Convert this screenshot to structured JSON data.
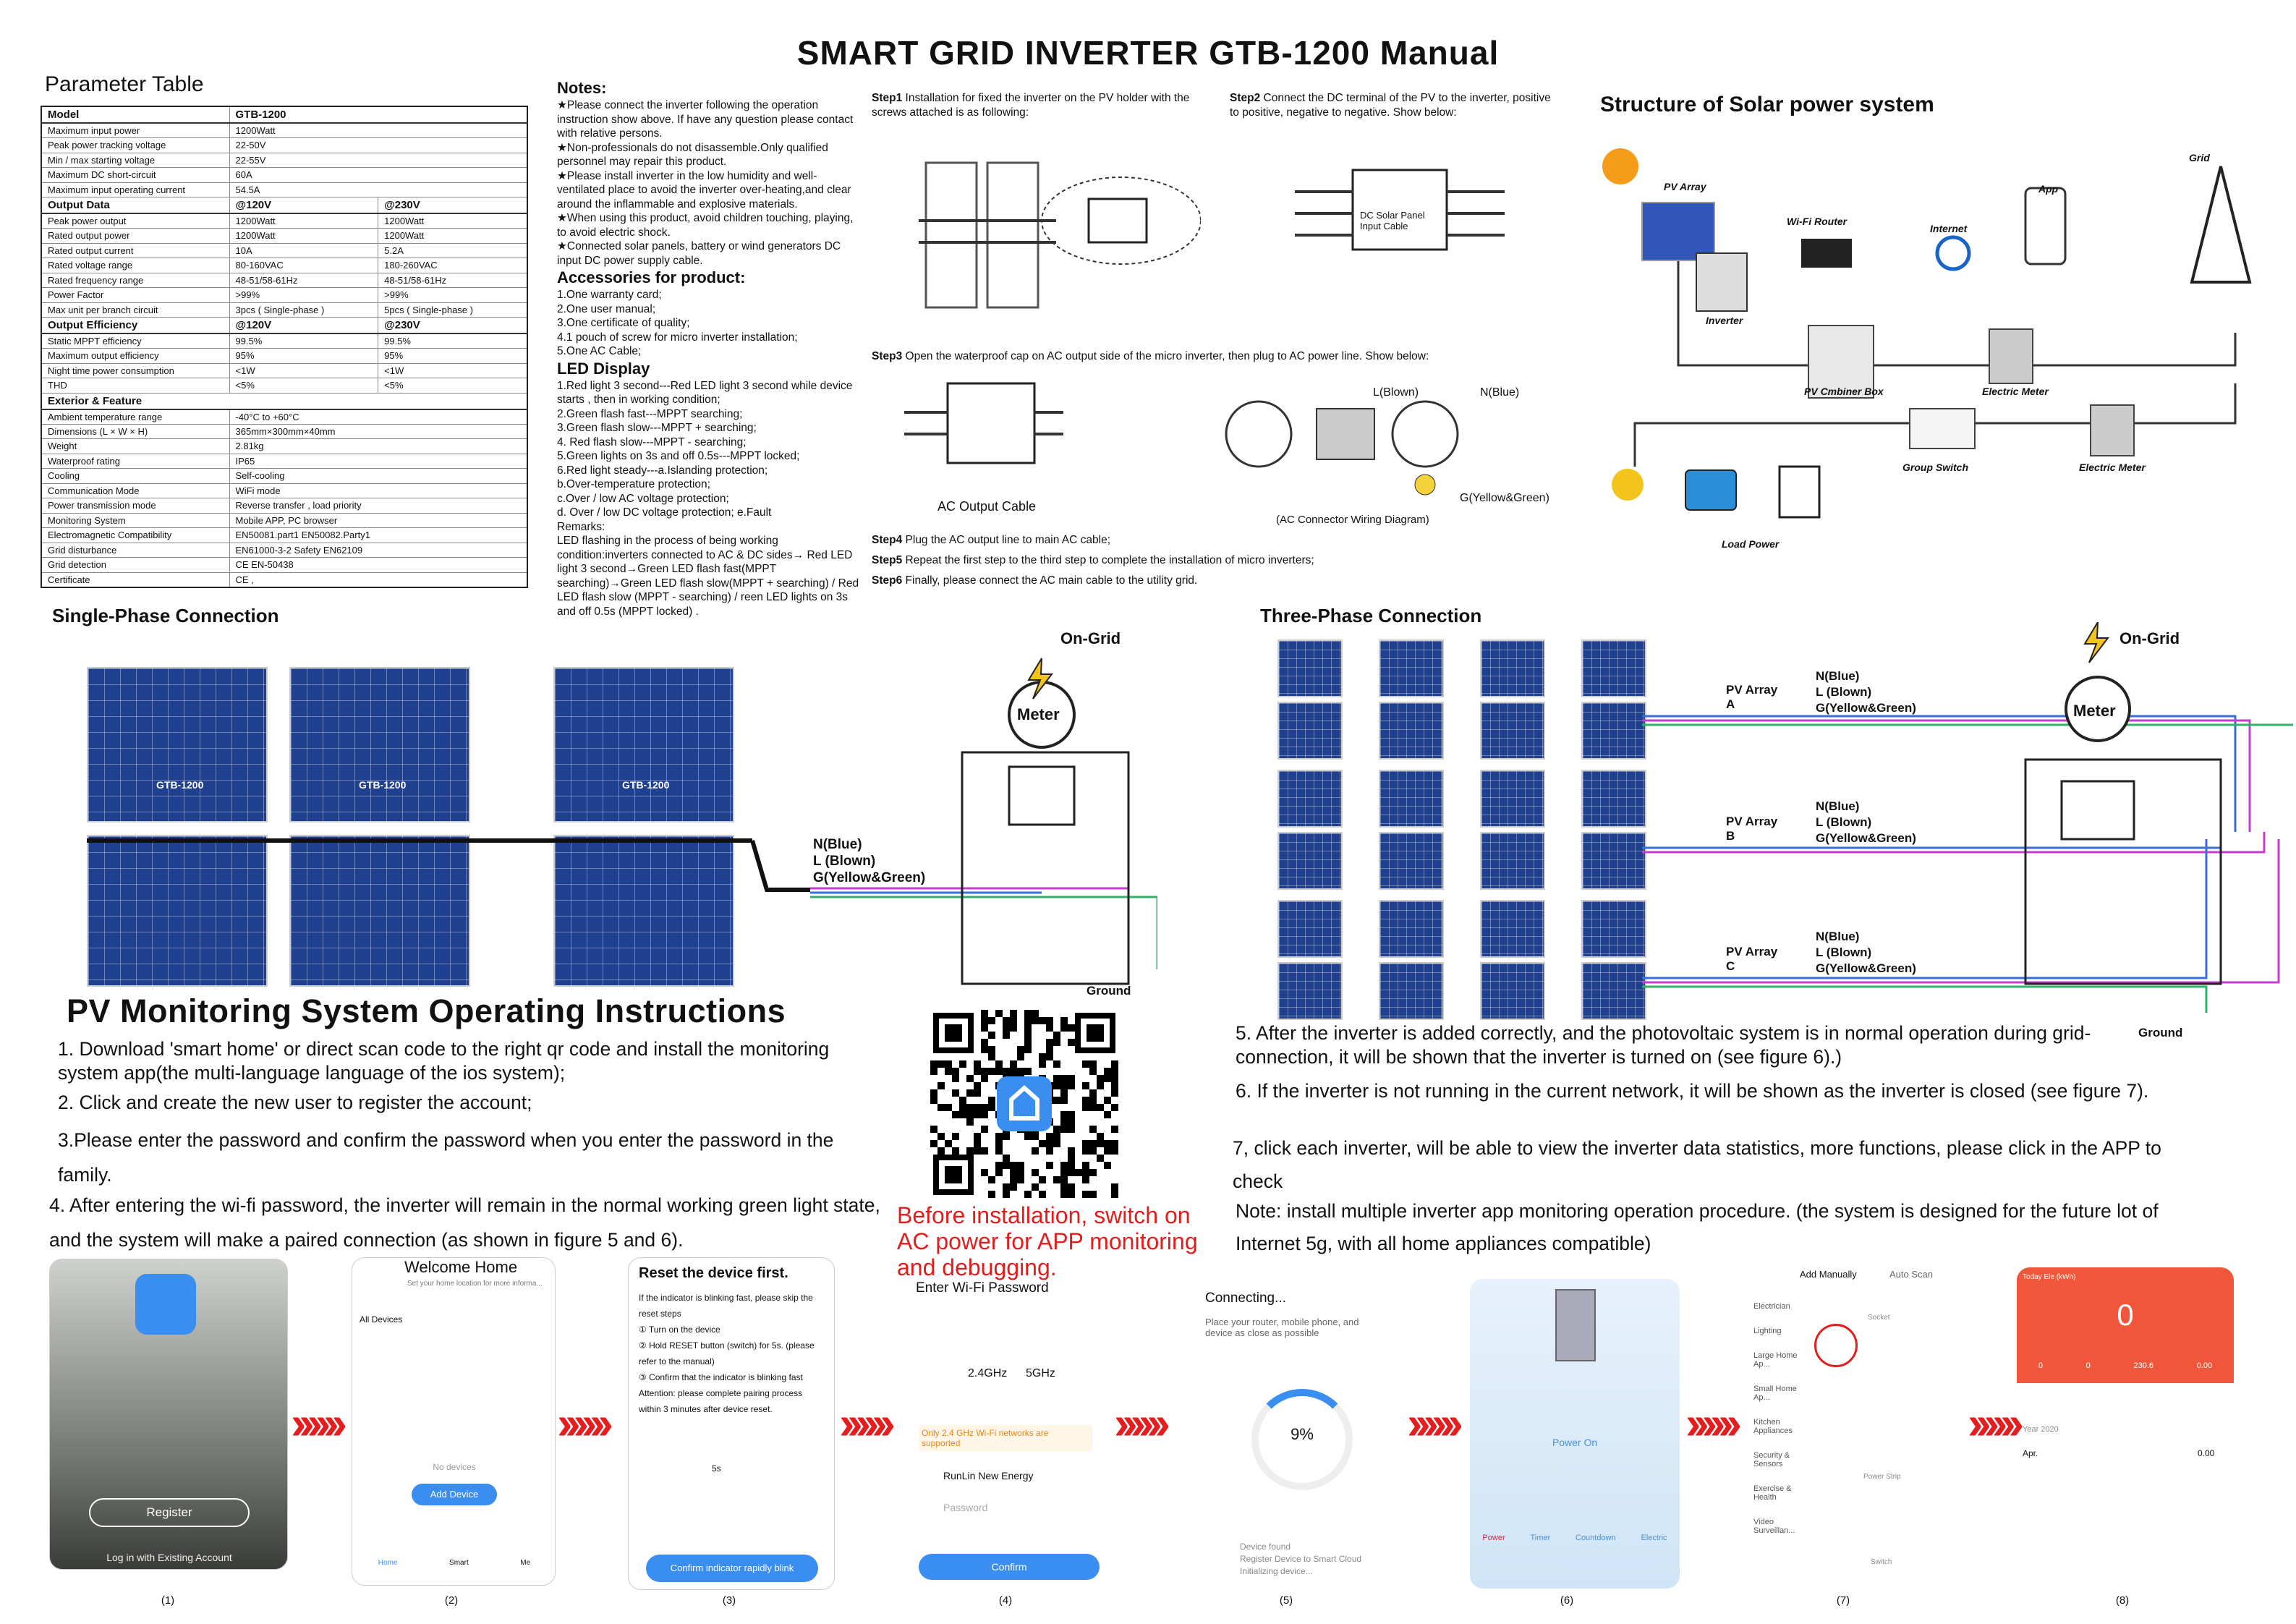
{
  "title": "SMART GRID INVERTER GTB-1200 Manual",
  "param": {
    "caption": "Parameter Table",
    "header": [
      "Model",
      "GTB-1200"
    ],
    "rows": [
      [
        "Maximum input power",
        "1200Watt"
      ],
      [
        "Peak power tracking voltage",
        "22-50V"
      ],
      [
        "Min / max starting voltage",
        "22-55V"
      ],
      [
        "Maximum DC short-circuit",
        "60A"
      ],
      [
        "Maximum input operating current",
        "54.5A"
      ]
    ],
    "output_head": [
      "Output Data",
      "@120V",
      "@230V"
    ],
    "output_rows": [
      [
        "Peak power output",
        "1200Watt",
        "1200Watt"
      ],
      [
        "Rated output power",
        "1200Watt",
        "1200Watt"
      ],
      [
        "Rated output current",
        "10A",
        "5.2A"
      ],
      [
        "Rated voltage range",
        "80-160VAC",
        "180-260VAC"
      ],
      [
        "Rated frequency range",
        "48-51/58-61Hz",
        "48-51/58-61Hz"
      ],
      [
        "Power Factor",
        ">99%",
        ">99%"
      ],
      [
        "Max unit per branch circuit",
        "3pcs ( Single-phase )",
        "5pcs ( Single-phase )"
      ]
    ],
    "eff_head": [
      "Output Efficiency",
      "@120V",
      "@230V"
    ],
    "eff_rows": [
      [
        "Static MPPT efficiency",
        "99.5%",
        "99.5%"
      ],
      [
        "Maximum output efficiency",
        "95%",
        "95%"
      ],
      [
        "Night time power consumption",
        "<1W",
        "<1W"
      ],
      [
        "THD",
        "<5%",
        "<5%"
      ]
    ],
    "ext_head": "Exterior & Feature",
    "ext_rows": [
      [
        "Ambient temperature range",
        "-40°C to +60°C"
      ],
      [
        "Dimensions (L × W × H)",
        "365mm×300mm×40mm"
      ],
      [
        "Weight",
        "2.81kg"
      ],
      [
        "Waterproof rating",
        "IP65"
      ],
      [
        "Cooling",
        "Self-cooling"
      ],
      [
        "Communication Mode",
        "WiFi mode"
      ],
      [
        "Power transmission mode",
        "Reverse transfer , load priority"
      ],
      [
        "Monitoring System",
        "Mobile APP, PC browser"
      ],
      [
        "Electromagnetic Compatibility",
        "EN50081.part1 EN50082.Party1"
      ],
      [
        "Grid disturbance",
        "EN61000-3-2 Safety EN62109"
      ],
      [
        "Grid detection",
        "CE EN-50438"
      ],
      [
        "Certificate",
        "CE ,"
      ]
    ]
  },
  "notes": {
    "title": "Notes:",
    "items": [
      "★Please connect the inverter following the operation instruction show above. If have any question please contact with relative persons.",
      "★Non-professionals do not disassemble.Only qualified personnel may repair this product.",
      "★Please install inverter in the low humidity and well-ventilated place to avoid the inverter over-heating,and clear around the inflammable and explosive materials.",
      "★When using this product, avoid children touching, playing, to avoid electric shock.",
      "★Connected solar panels, battery or wind generators DC input DC power supply cable."
    ],
    "acc_title": "Accessories for product:",
    "acc": [
      "1.One warranty card;",
      "2.One user manual;",
      "3.One certificate of quality;",
      "4.1 pouch of screw for micro inverter installation;",
      "5.One AC Cable;"
    ],
    "led_title": "LED Display",
    "led": [
      "1.Red light 3 second---Red LED light 3 second while device starts , then in working condition;",
      "2.Green flash fast---MPPT searching;",
      "3.Green flash slow---MPPT + searching;",
      "4. Red flash slow---MPPT - searching;",
      "5.Green lights on 3s and off 0.5s---MPPT locked;",
      "6.Red light steady---a.Islanding protection;",
      "b.Over-temperature protection;",
      "c.Over / low AC voltage protection;",
      "d. Over / low DC voltage protection; e.Fault",
      "Remarks:",
      "LED flashing in the process of being working condition:inverters connected to AC & DC sides→ Red LED light 3 second→Green LED flash fast(MPPT searching)→Green LED flash slow(MPPT + searching) / Red LED flash slow (MPPT - searching) / reen LED lights on 3s and off 0.5s (MPPT locked) ."
    ]
  },
  "steps": {
    "s1": "Step1",
    "s1t": "Installation for fixed the inverter on the PV holder with the screws attached is as following:",
    "s2": "Step2",
    "s2t": "Connect the DC terminal of the PV to the inverter, positive to positive, negative to negative. Show below:",
    "s2label": "DC Solar Panel Input Cable",
    "s3": "Step3",
    "s3t": "Open the waterproof cap on AC output side of the micro inverter, then plug to AC power line. Show below:",
    "ac_cable": "AC Output Cable",
    "ac_wiring": "(AC Connector Wiring Diagram)",
    "l_blown": "L(Blown)",
    "n_blue": "N(Blue)",
    "g_yg": "G(Yellow&Green)",
    "s4": "Step4",
    "s4t": "Plug the AC output line to main AC cable;",
    "s5": "Step5",
    "s5t": "Repeat the first step to the third step to complete the installation of micro inverters;",
    "s6": "Step6",
    "s6t": "Finally, please connect the AC main cable to the utility grid."
  },
  "structure": {
    "title": "Structure of Solar power system",
    "pv": "PV Array",
    "wifi": "Wi-Fi Router",
    "internet": "Internet",
    "app": "App",
    "grid": "Grid",
    "inverter": "Inverter",
    "combiner": "PV Cmbiner Box",
    "meter1": "Electric Meter",
    "group": "Group Switch",
    "meter2": "Electric Meter",
    "load": "Load Power"
  },
  "single": {
    "title": "Single-Phase Connection",
    "model": "GTB-1200",
    "ongrid": "On-Grid",
    "meter": "Meter",
    "n": "N(Blue)",
    "l": "L (Blown)",
    "g": "G(Yellow&Green)",
    "ground": "Ground"
  },
  "three": {
    "title": "Three-Phase Connection",
    "ongrid": "On-Grid",
    "meter": "Meter",
    "a": "PV Array A",
    "b": "PV Array B",
    "c": "PV Array C",
    "n": "N(Blue)",
    "l": "L (Blown)",
    "g": "G(Yellow&Green)",
    "ground": "Ground"
  },
  "monitor": {
    "title": "PV Monitoring System Operating Instructions",
    "i1": "1. Download 'smart home' or direct scan code to the right qr code and install the monitoring system app(the multi-language language of the ios system);",
    "i2": "2. Click and create the new user to register the account;",
    "i3": "3.Please enter the password and confirm the password when you enter the password in the family.",
    "i4": "4. After entering the wi-fi password, the inverter will remain in the normal working green light state, and the system will make a paired connection (as shown in figure 5 and 6).",
    "i5": "5. After the inverter is added correctly, and the photovoltaic system is in normal operation during grid-connection, it will be shown that the inverter is turned on (see figure 6).)",
    "i6": "6. If the inverter is not running in the current network, it will be shown as the inverter is closed (see figure 7).",
    "i7": "7, click each inverter, will be able to view the inverter data statistics, more functions, please click in the APP to check",
    "note": "Note: install multiple inverter app monitoring operation procedure. (the system is designed for the future lot of Internet 5g, with all home appliances compatible)",
    "red": "Before installation, switch on AC power for APP monitoring and debugging."
  },
  "screens": {
    "register": "Register",
    "login": "Log in with Existing Account",
    "welcome": "Welcome Home",
    "welcome_sub": "Set your home location for more informa...",
    "all_devices": "All Devices",
    "no_devices": "No devices",
    "add_device": "Add Device",
    "nav": [
      "Home",
      "Smart",
      "Me"
    ],
    "reset_title": "Reset the device first.",
    "reset_text": [
      "If the indicator is blinking fast, please skip the reset steps",
      "① Turn on the device",
      "② Hold RESET button (switch) for 5s. (please refer to the manual)",
      "③ Confirm that the indicator is blinking fast",
      "Attention: please complete pairing process within 3 minutes after device reset."
    ],
    "reset_5s": "5s",
    "reset_btn": "Confirm indicator rapidly blink",
    "wifi_title": "Enter Wi-Fi Password",
    "g24": "2.4GHz",
    "g5": "5GHz",
    "wifi_warn": "Only 2.4 GHz Wi-Fi networks are supported",
    "ssid": "RunLin New Energy",
    "pwd": "Password",
    "confirm": "Confirm",
    "conn_title": "Connecting...",
    "conn_sub": "Place your router, mobile phone, and device as close as possible",
    "pct": "9%",
    "conn_log": [
      "Device found",
      "Register Device to Smart Cloud",
      "Initializing device..."
    ],
    "power_on": "Power On",
    "ctrl": [
      "Power",
      "Timer",
      "Countdown",
      "Electric"
    ],
    "tabs": [
      "Add Manually",
      "Auto Scan"
    ],
    "cats": [
      "Electrician",
      "Lighting",
      "Large Home Ap...",
      "Small Home Ap...",
      "Kitchen Appliances",
      "Security & Sensors",
      "Exercise & Health",
      "Video Surveillan..."
    ],
    "socket": "Socket",
    "power_strip": "Power Strip",
    "switch": "Switch",
    "today": "Today Ele (kWh)",
    "zero": "0",
    "stats": [
      "0",
      "0",
      "230.6",
      "0.00"
    ],
    "year": "Year 2020",
    "apr": "Apr.",
    "apr_val": "0.00",
    "captions": [
      "(1)",
      "(2)",
      "(3)",
      "(4)",
      "(5)",
      "(6)",
      "(7)",
      "(8)"
    ]
  },
  "colors": {
    "accent": "#e41e1e",
    "app_blue": "#3a8ef0",
    "orange": "#f0573a",
    "solar": "#1f3f8f"
  }
}
